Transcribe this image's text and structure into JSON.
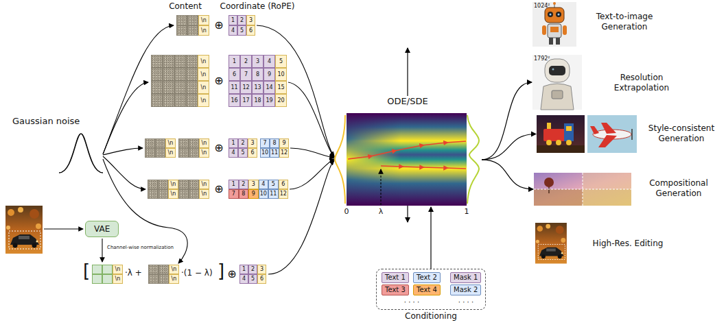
{
  "diagram": {
    "nodes": [
      {
        "text": [
          "VAE"
        ]
      },
      {
        "text": [
          "ODE/SDE"
        ]
      },
      {
        "text": [
          "Conditioning"
        ]
      },
      {
        "text": [
          "Text 1"
        ],
        "in": 2
      },
      {
        "text": [
          "Text 2"
        ],
        "in": 2
      },
      {
        "text": [
          "Mask 1"
        ],
        "in": 2
      },
      {
        "text": [
          "Text 3"
        ],
        "in": 2
      },
      {
        "text": [
          "Text 4"
        ],
        "in": 2
      },
      {
        "text": [
          "Mask 2"
        ],
        "in": 2
      },
      {
        "text": [
          "1024²",
          "Text-to-image Generation"
        ]
      },
      {
        "text": [
          "1792²",
          "Resolution Extrapolation"
        ]
      },
      {
        "text": [
          "Style-consistent Generation"
        ]
      },
      {
        "text": [
          "Compositional Generation"
        ]
      },
      {
        "text": [
          "High-Res. Editing"
        ]
      }
    ],
    "edges": [
      {
        "from": 2,
        "to": 1,
        "arrow": "to"
      },
      {
        "from": 1,
        "to": 9,
        "arrow": "to"
      },
      {
        "from": 1,
        "to": 10,
        "arrow": "to"
      },
      {
        "from": 1,
        "to": 11,
        "arrow": "to"
      },
      {
        "from": 1,
        "to": 12,
        "arrow": "to"
      },
      {
        "from": 1,
        "to": 13,
        "arrow": "to"
      }
    ],
    "labels": [
      "Gaussian noise",
      "Content",
      "Coordinate (RoPE)",
      "\\n",
      "\\n",
      "⊕",
      "1",
      "2",
      "3",
      "4",
      "5",
      "6",
      "\\n",
      "\\n",
      "\\n",
      "\\n",
      "⊕",
      "1",
      "2",
      "3",
      "4",
      "5",
      "6",
      "7",
      "8",
      "9",
      "10",
      "11",
      "12",
      "13",
      "14",
      "15",
      "16",
      "17",
      "18",
      "19",
      "20",
      "\\n",
      "\\n",
      "\\n",
      "\\n",
      "⊕",
      "1",
      "2",
      "3",
      "7",
      "8",
      "9",
      "4",
      "5",
      "6",
      "10",
      "11",
      "12",
      "\\n",
      "\\n",
      "\\n",
      "\\n",
      "⊕",
      "1",
      "2",
      "3",
      "4",
      "5",
      "6",
      "7",
      "8",
      "9",
      "10",
      "11",
      "12",
      "Channel-wise normalization",
      "[",
      "\\n",
      "\\n",
      "·λ +",
      "\\n",
      "\\n",
      "·(1 − λ)",
      "]",
      "⊕",
      "1",
      "2",
      "3",
      "4",
      "5",
      "6",
      "0",
      "λ",
      "1",
      "· · · ·",
      "· · · ·"
    ]
  }
}
